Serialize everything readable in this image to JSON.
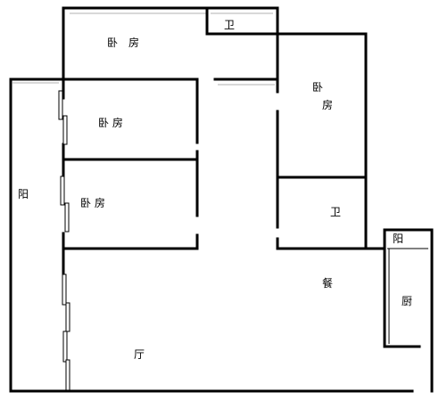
{
  "rooms": {
    "bedroom_top": "卧　房",
    "bath_top": "卫",
    "bedroom_right_1": "卧",
    "bedroom_right_2": "房",
    "bedroom_mid": "卧 房",
    "bedroom_lower": "卧 房",
    "balcony_left": "阳",
    "bath_right": "卫",
    "dining": "餐",
    "balcony_right": "阳",
    "kitchen": "厨",
    "living": "厅"
  },
  "colors": {
    "wall": "#000000",
    "background": "#ffffff",
    "faint_line": "#d8d8d8"
  }
}
